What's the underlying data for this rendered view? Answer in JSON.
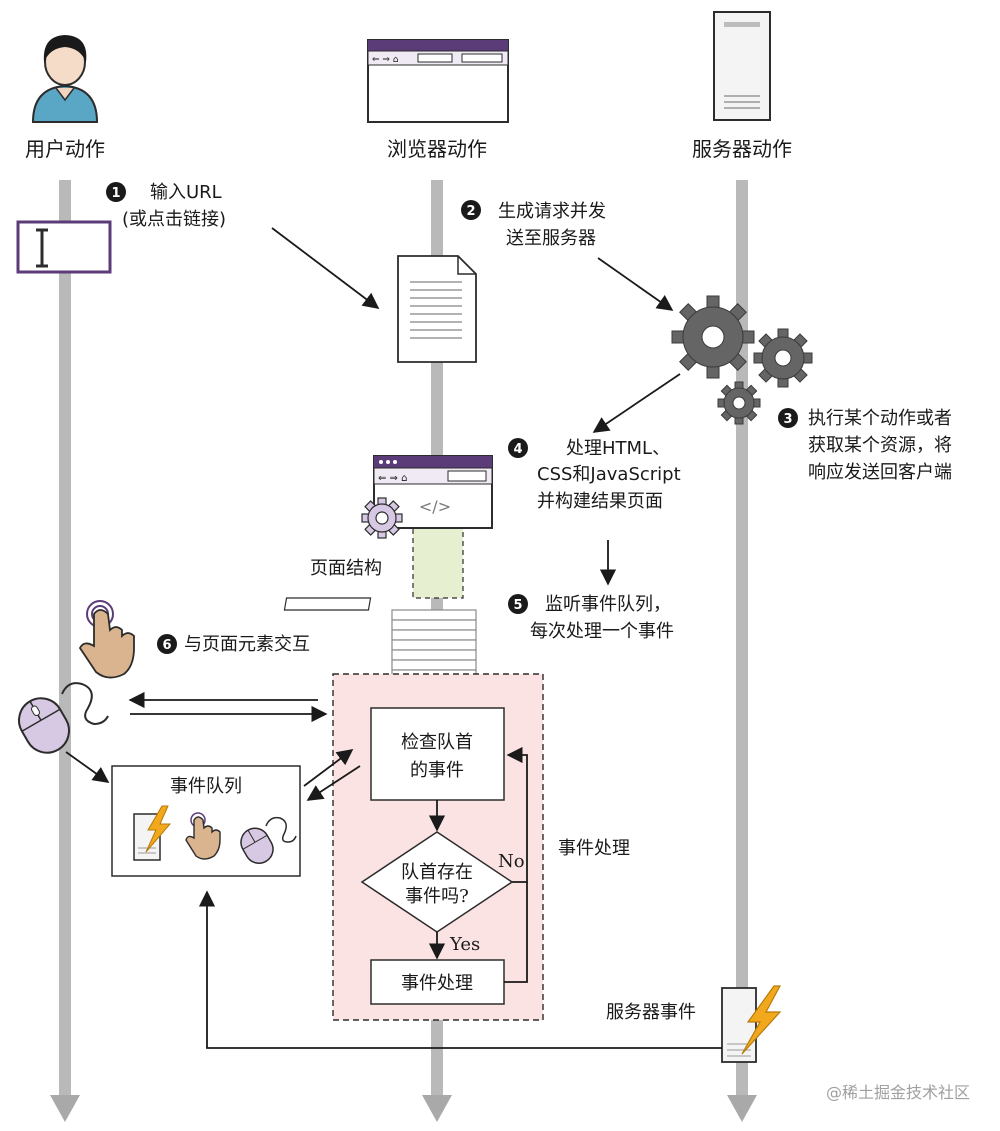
{
  "lanes": {
    "user": "用户动作",
    "browser": "浏览器动作",
    "server": "服务器动作"
  },
  "steps": [
    {
      "num": "1",
      "lines": [
        "输入URL",
        "(或点击链接)"
      ]
    },
    {
      "num": "2",
      "lines": [
        "生成请求并发",
        "送至服务器"
      ]
    },
    {
      "num": "3",
      "lines": [
        "执行某个动作或者",
        "获取某个资源，将",
        "响应发送回客户端"
      ]
    },
    {
      "num": "4",
      "lines": [
        "处理HTML、",
        "CSS和JavaScript",
        "并构建结果页面"
      ]
    },
    {
      "num": "5",
      "lines": [
        "监听事件队列，",
        "每次处理一个事件"
      ]
    },
    {
      "num": "6",
      "lines": [
        "与页面元素交互"
      ]
    }
  ],
  "labels": {
    "page_structure": "页面结构",
    "event_queue": "事件队列",
    "event_handling": "事件处理",
    "server_event": "服务器事件",
    "check_queue_lines": [
      "检查队首",
      "的事件"
    ],
    "decision_lines": [
      "队首存在",
      "事件吗?"
    ],
    "no": "No",
    "yes": "Yes",
    "process_event": "事件处理",
    "code_glyph": "</>"
  },
  "watermark": "@稀土掘金技术社区",
  "colors": {
    "lane": "#b9b9b9",
    "handler_bg": "#fbe3e3",
    "page_structure_fill": "#e6efcf",
    "browser_bar": "#5b3b78",
    "gear": "#656565",
    "bolt": "#f2a81d",
    "hand": "#d9b48f",
    "mouse": "#d7c9e3",
    "avatar_body": "#5aa6c5"
  }
}
